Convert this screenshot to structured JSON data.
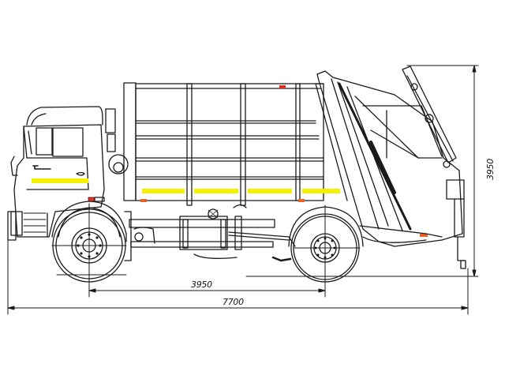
{
  "drawing": {
    "subject": "Garbage compactor truck side view (rear-loader body on cab-over chassis)",
    "colors": {
      "line": "#1a1a1a",
      "stripe_yellow": "#f5f000",
      "lamp_red": "#e0301e",
      "lamp_orange": "#e8602a",
      "background": "#ffffff"
    },
    "dimensions": {
      "wheelbase": {
        "label": "3950",
        "orientation": "horizontal"
      },
      "overall_length": {
        "label": "7700",
        "orientation": "horizontal"
      },
      "overall_height": {
        "label": "3950",
        "orientation": "vertical"
      }
    },
    "components": [
      "cab",
      "front-wheel",
      "rear-wheel",
      "compactor-body",
      "tailgate-loader",
      "chassis-frame",
      "exhaust-stack",
      "reflective-stripes"
    ]
  }
}
